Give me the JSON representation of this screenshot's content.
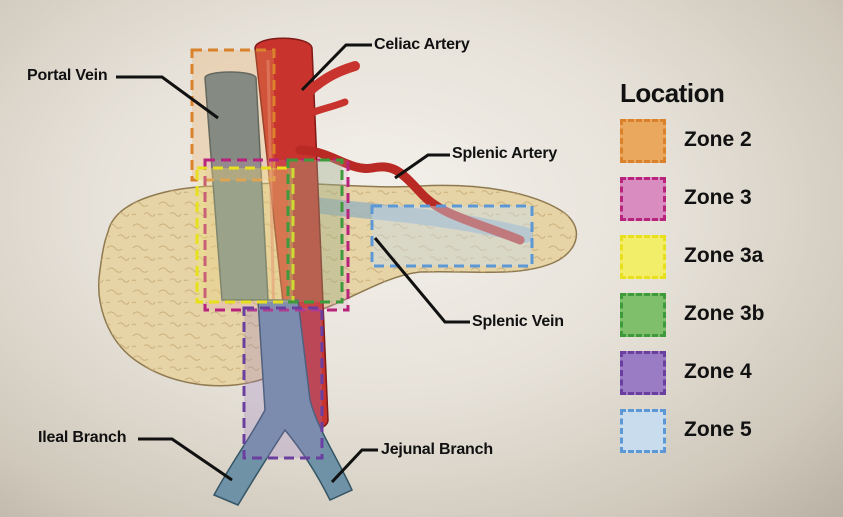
{
  "labels": {
    "celiac_artery": "Celiac Artery",
    "portal_vein": "Portal Vein",
    "splenic_artery": "Splenic Artery",
    "splenic_vein": "Splenic Vein",
    "ileal_branch": "Ileal Branch",
    "jejunal_branch": "Jejunal Branch"
  },
  "legend": {
    "title": "Location",
    "items": [
      {
        "label": "Zone 2",
        "fill": "#e9a85e",
        "border": "#d9822b"
      },
      {
        "label": "Zone 3",
        "fill": "#d98cc0",
        "border": "#b8237c"
      },
      {
        "label": "Zone 3a",
        "fill": "#f2ee6a",
        "border": "#e8e01c"
      },
      {
        "label": "Zone 3b",
        "fill": "#7fbf6c",
        "border": "#3e9a3a"
      },
      {
        "label": "Zone 4",
        "fill": "#9a7cc4",
        "border": "#6b3fa0"
      },
      {
        "label": "Zone 5",
        "fill": "#c9dcee",
        "border": "#5c98d6"
      }
    ]
  }
}
